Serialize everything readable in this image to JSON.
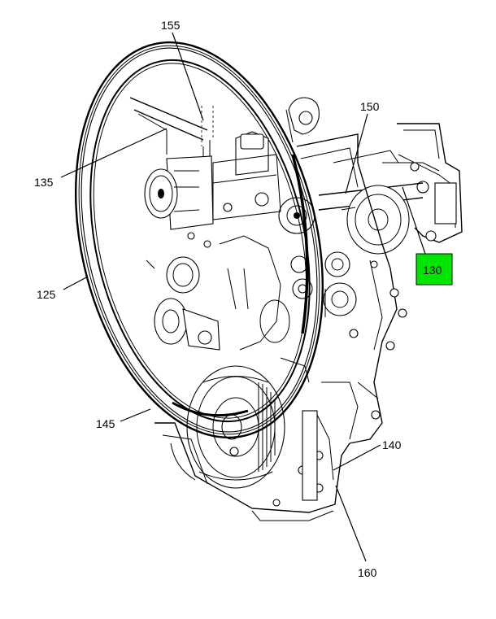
{
  "callouts": {
    "c155": "155",
    "c150": "150",
    "c135": "135",
    "c130": "130",
    "c125": "125",
    "c145": "145",
    "c140": "140",
    "c160": "160"
  },
  "highlight": {
    "part": "130",
    "color": "#00e600"
  }
}
